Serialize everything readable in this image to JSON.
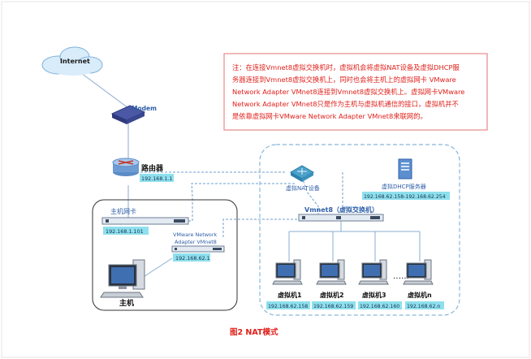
{
  "internet": {
    "label": "Internet"
  },
  "modem": {
    "label": "Modem"
  },
  "router": {
    "label": "路由器",
    "ip": "192.168.1.1"
  },
  "host_nic": {
    "label": "主机网卡",
    "ip": "192.168.1.101"
  },
  "vmnet8_adapter": {
    "label_line1": "VMware Network",
    "label_line2": "Adapter VMnet8",
    "ip": "192.168.62.1"
  },
  "host": {
    "label": "主机"
  },
  "nat_device": {
    "label": "虚拟NAT设备"
  },
  "dhcp_server": {
    "label": "虚拟DHCP服务器",
    "range": "192.168.62.158-192.168.62.254"
  },
  "switch": {
    "label": "Vmnet8（虚拟交换机）"
  },
  "vms": [
    {
      "label": "虚拟机1",
      "ip": "192.168.62.158"
    },
    {
      "label": "虚拟机2",
      "ip": "192.168.62.159"
    },
    {
      "label": "虚拟机3",
      "ip": "192.168.62.160"
    },
    {
      "label": "虚拟机n",
      "ip": "192.168.62.n"
    }
  ],
  "ellipsis": "……",
  "note": {
    "lines": [
      "注：在连接Vmnet8虚拟交换机时，虚拟机会将虚拟NAT设备及虚拟DHCP服",
      "务器连接到Vmnet8虚拟交换机上，同时也会将主机上的虚拟网卡 VMware",
      "Network Adapter VMnet8连接到Vmnet8虚拟交换机上。虚拟网卡VMware",
      "Network Adapter VMnet8只是作为主机与虚拟机通信的接口，虚拟机并不",
      "是依靠虚拟网卡VMware Network Adapter VMnet8来联网的。"
    ]
  },
  "caption": "图2  NAT模式",
  "colors": {
    "note_red": "#e0201b",
    "caption_red": "#e0201b",
    "label_blue": "#2f5fa8",
    "ip_fill": "#8fe0ee",
    "line_blue": "#6f9fd0"
  }
}
